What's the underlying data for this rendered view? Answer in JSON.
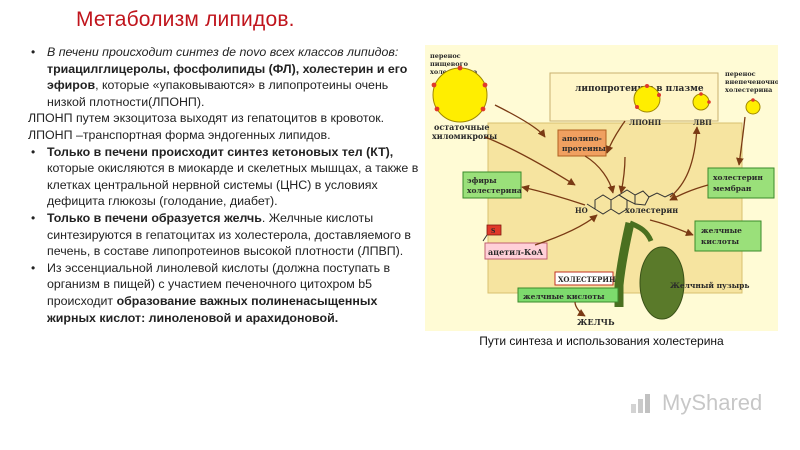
{
  "title": "Метаболизм липидов.",
  "text": {
    "b1_italic": "В печени происходит синтез de novo всех классов липидов:",
    "p1_bold": "триацилглицеролы, фосфолипиды (ФЛ), холестерин и его эфиров",
    "p1_rest": ", которые «упаковываются» в липопротеины очень низкой плотности(ЛПОНП).",
    "p2": "ЛПОНП путем экзоцитоза выходят из гепатоцитов в кровоток. ЛПОНП –транспортная форма эндогенных липидов.",
    "b2_bold": "Только в печени происходит синтез кетоновых тел (КТ),",
    "b2_rest": " которые окисляются в миокарде и скелетных мышцах, а также в клетках центральной нервной системы (ЦНС) в условиях дефицита глюкозы (голодание, диабет).",
    "b3_bold": "Только в печени образуется желчь",
    "b3_rest": ". Желчные кислоты синтезируются в гепатоцитах из холестерола, доставляемого в печень, в составе липопротеинов высокой плотности (ЛПВП).",
    "b4_rest": "Из эссенциальной линолевой кислоты (должна поступать в организм в пищей) с участием печеночного цитохром b5 происходит ",
    "b4_bold": "образование важных полиненасыщенных жирных кислот: линоленовой и арахидоновой."
  },
  "figure": {
    "transfer_food_1": "перенос",
    "transfer_food_2": "пищевого",
    "transfer_food_3": "холестерина",
    "lipoproteins_plasma": "липопротеины в плазме",
    "transfer_extra_1": "перенос",
    "transfer_extra_2": "внепеченочного",
    "transfer_extra_3": "холестерина",
    "residual_1": "остаточные",
    "residual_2": "хиломикроны",
    "lpnp": "ЛПОНП",
    "lvp": "ЛВП",
    "apolipo_1": "аполипо-",
    "apolipo_2": "протеины",
    "esters_1": "эфиры",
    "esters_2": "холестерина",
    "cholesterol": "холестерин",
    "ho": "НО",
    "membrane_1": "холестерин",
    "membrane_2": "мембран",
    "acetyl": "ацетил-КоА",
    "s_label": "S",
    "bile_acids_1": "желчные",
    "bile_acids_2": "кислоты",
    "cholesterin_caps": "ХОЛЕСТЕРИН",
    "gallbladder": "Желчный пузырь",
    "bile_acids_bar": "желчные кислоты",
    "bile": "ЖЕЛЧЬ"
  },
  "caption": "Пути синтеза и использования холестерина",
  "watermark": "MyShared",
  "colors": {
    "title": "#c0141c",
    "figure_bg": "#fffbd5",
    "liver_box": "#f6e4a0",
    "particle": "#ffee00",
    "apolipo_box": "#f0a060",
    "green_box": "#9ae07a",
    "bile_bar": "#7ddb6d",
    "gallbladder": "#5a7a2a"
  }
}
